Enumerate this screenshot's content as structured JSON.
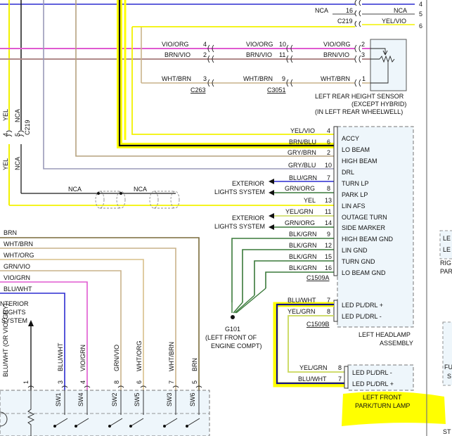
{
  "colors": {
    "highlight_yellow": "#ffff00",
    "navy_trace": "#10108c",
    "wire_yellow": "#f2f200",
    "wire_violet_orange": "#e05ad0",
    "wire_brown_violet": "#b08a8a",
    "wire_white_brown": "#c9b28a",
    "wire_gray": "#9a9ab8",
    "wire_green": "#3a7a3a",
    "wire_blue": "#2b2bd0",
    "wire_black": "#1a1a1a",
    "box_fill": "#eef6fb"
  },
  "top_strip": {
    "row1": {
      "left_label": "NCA",
      "pin": "16",
      "right_label": "NCA",
      "right_num": "5"
    },
    "row2": {
      "connector": "C219",
      "right_label": "YEL/VIO",
      "right_num": "6"
    },
    "row0_right_num": "4"
  },
  "height_sensor": {
    "rows": [
      {
        "label_a": "VIO/ORG",
        "pin_a": "4",
        "label_b": "VIO/ORG",
        "pin_b": "10",
        "label_c": "VIO/ORG",
        "pin_c": "2"
      },
      {
        "label_a": "BRN/VIO",
        "pin_a": "2",
        "label_b": "BRN/VIO",
        "pin_b": "11",
        "label_c": "BRN/VIO",
        "pin_c": "3"
      },
      {
        "label_a": "WHT/BRN",
        "pin_a": "3",
        "label_b": "WHT/BRN",
        "pin_b": "9",
        "label_c": "WHT/BRN",
        "pin_c": "1"
      }
    ],
    "connector_a": "C263",
    "connector_b": "C3051",
    "caption": [
      "LEFT REAR HEIGHT SENSOR",
      "(EXCEPT HYBRID)",
      "(IN LEFT REAR WHEELWELL)"
    ]
  },
  "left_vertical": {
    "yel_label": "YEL",
    "pin4": "4",
    "pin5": "5",
    "nca_label": "NCA",
    "connector": "C219",
    "yel_bottom": "YEL",
    "nca_bottom": "NCA"
  },
  "nca_shields": {
    "label1": "NCA",
    "label2": "NCA"
  },
  "headlamp": {
    "rows": [
      {
        "wire": "YEL/VIO",
        "pin": "4",
        "function": "ACCY"
      },
      {
        "wire": "BRN/BLU",
        "pin": "6",
        "function": "LO BEAM"
      },
      {
        "wire": "GRY/BRN",
        "pin": "2",
        "function": "HIGH BEAM"
      },
      {
        "wire": "GRY/BLU",
        "pin": "10",
        "function": "DRL"
      },
      {
        "wire": "BLU/GRN",
        "pin": "7",
        "function": "TURN LP"
      },
      {
        "wire": "GRN/ORG",
        "pin": "8",
        "function": "PARK LP"
      },
      {
        "wire": "YEL",
        "pin": "13",
        "function": "LIN AFS"
      },
      {
        "wire": "YEL/GRN",
        "pin": "11",
        "function": "OUTAGE TURN"
      },
      {
        "wire": "GRN/ORG",
        "pin": "14",
        "function": "SIDE MARKER"
      },
      {
        "wire": "BLK/GRN",
        "pin": "9",
        "function": "HIGH BEAM GND"
      },
      {
        "wire": "BLK/GRN",
        "pin": "12",
        "function": "LIN GND"
      },
      {
        "wire": "BLK/GRN",
        "pin": "15",
        "function": "TURN GND"
      },
      {
        "wire": "BLK/GRN",
        "pin": "16",
        "function": "LO BEAM GND"
      }
    ],
    "connector_a": "C1509A",
    "b_rows": [
      {
        "wire": "BLU/WHT",
        "pin": "7",
        "function": "LED PL/DRL +"
      },
      {
        "wire": "YEL/GRN",
        "pin": "8",
        "function": "LED PL/DRL -"
      }
    ],
    "connector_b": "C1509B",
    "caption": [
      "LEFT HEADLAMP",
      "ASSEMBLY"
    ]
  },
  "exterior_lights": [
    {
      "line1": "EXTERIOR",
      "line2": "LIGHTS SYSTEM"
    },
    {
      "line1": "EXTERIOR",
      "line2": "LIGHTS SYSTEM"
    }
  ],
  "ground": {
    "id": "G101",
    "caption": [
      "(LEFT FRONT OF",
      "ENGINE COMPT)"
    ]
  },
  "park_turn": {
    "rows": [
      {
        "wire": "YEL/GRN",
        "pin": "8",
        "function": "LED PL/DRL -"
      },
      {
        "wire": "BLU/WHT",
        "pin": "7",
        "function": "LED PL/DRL +"
      }
    ],
    "caption": [
      "LEFT FRONT",
      "PARK/TURN LAMP"
    ]
  },
  "left_harness": {
    "wires": [
      "BRN",
      "WHT/BRN",
      "WHT/ORG",
      "GRN/VIO",
      "VIO/GRN",
      "BLU/WHT"
    ],
    "interior": [
      "NTERIOR",
      "LIGHTS",
      "SYSTEM"
    ]
  },
  "switch_block": {
    "verticals": [
      {
        "label": "BLU/WHT (OR VIO/ GRY)",
        "pin": "1"
      },
      {
        "label": "BLU/WHT",
        "pin": "3"
      },
      {
        "label": "VIO/GRN",
        "pin": "4"
      },
      {
        "label": "GRN/VIO",
        "pin": "8"
      },
      {
        "label": "WHT/ORG",
        "pin": "6"
      },
      {
        "label": "WHT/BRN",
        "pin": "7"
      },
      {
        "label": "BRN",
        "pin": "5"
      }
    ],
    "switches": [
      "SW1",
      "SW4",
      "SW2",
      "SW5",
      "SW3",
      "SW6"
    ]
  },
  "right_edge": {
    "le1": "LE",
    "le2": "LE",
    "rig": "RIG",
    "par": "PAR",
    "fu": "FU",
    "s": "S",
    "st": "ST"
  }
}
